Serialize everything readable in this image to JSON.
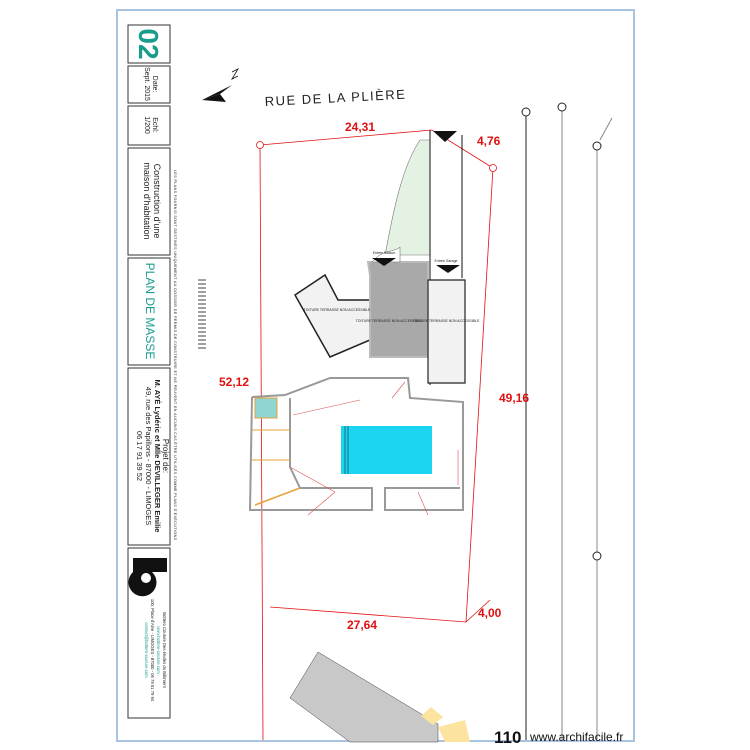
{
  "title_block": {
    "sheet_number": "02",
    "date_label": "Date:",
    "date_value": "Sept. 2015",
    "scale_label": "Echl:",
    "scale_value": "1/200",
    "project_type_line1": "Construction d'une",
    "project_type_line2": "maison d'habitation",
    "drawing_title": "PLAN DE MASSE",
    "project_label": "Projet de:",
    "client_name": "M. AYÉ Lydéric et Mlle DEVILLEGER Emilie",
    "client_address": "49, rue des Papillons - 87000 - LIMOGES",
    "client_phone": "06 17 91 39 52",
    "disclaimer": "LES PLANS FOURNIS SONT DESTINÉS UNIQUEMENT AU DOSSIER DE PERMIS DE CONSTRUIRE ET NE PEUVENT EN AUCUNS CAS ÊTRE UTILISÉS COMME PLANS D'EXÉCUTIONS",
    "company_name": "Bottero Couture Des études du Bâtiment",
    "company_web": "www.bottero-couture.com",
    "company_address": "100, Place d'Aine - LIMOGES - 87000 - 06 79 51 79 94",
    "company_email": "contact@bottero-couture.com",
    "accent_color": "#1a9c8c"
  },
  "plan": {
    "street_name": "RUE DE LA PLIÈRE",
    "dimensions": {
      "top": "24,31",
      "top_right": "4,76",
      "left": "52,12",
      "right": "49,16",
      "bottom": "27,64",
      "bottom_right": "4,00"
    },
    "entry_house": "Entrée Maison",
    "entry_garage": "Entrée Garage",
    "roof_left": "TOITURE TERRASSE NON ACCESSIBLE",
    "roof_center": "TOITURE TERRASSE NON ACCESSIBLE",
    "roof_right": "TOITURE TERRASSE NON ACCESSIBLE",
    "pool_color": "#1ad4f0",
    "property_line_color": "#e01010"
  },
  "footer": {
    "page_count": "110",
    "watermark": "www.archifacile.fr"
  }
}
